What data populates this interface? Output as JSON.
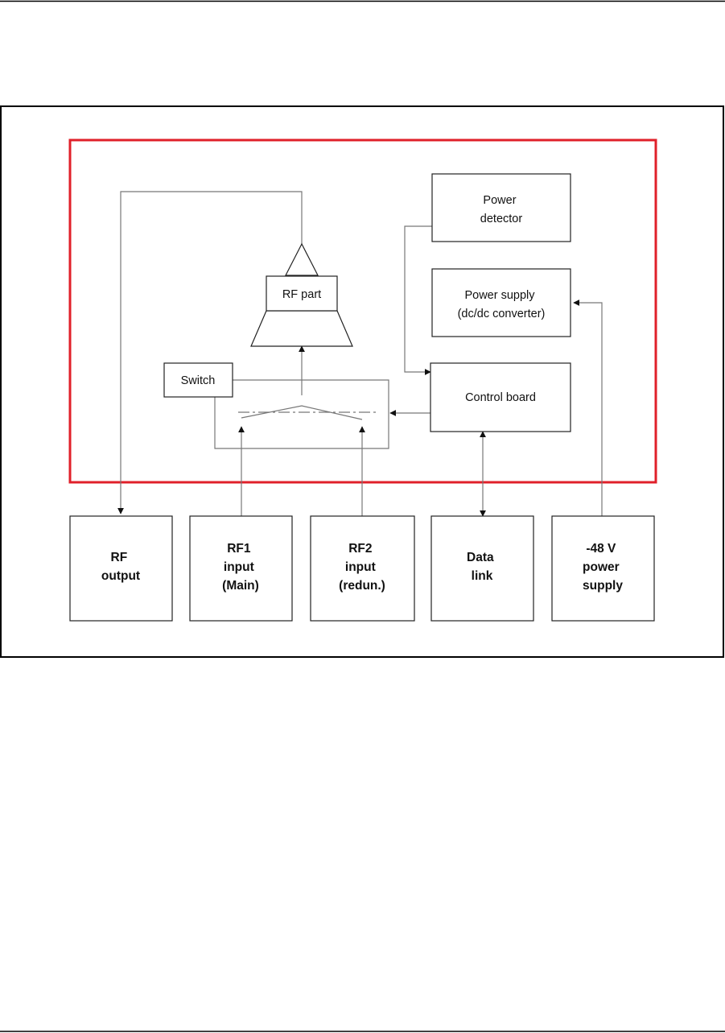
{
  "diagram": {
    "internal_blocks": {
      "power_detector": [
        "Power",
        "detector"
      ],
      "power_supply": [
        "Power supply",
        "(dc/dc converter)"
      ],
      "control_board": [
        "Control board"
      ],
      "rf_part": [
        "RF part"
      ],
      "switch": [
        "Switch"
      ]
    },
    "external_blocks": {
      "rf_output": [
        "RF",
        "output"
      ],
      "rf1_input": [
        "RF1",
        "input",
        "(Main)"
      ],
      "rf2_input": [
        "RF2",
        "input",
        "(redun.)"
      ],
      "data_link": [
        "Data",
        "link"
      ],
      "power_48v": [
        "-48 V",
        "power",
        "supply"
      ]
    },
    "colors": {
      "module_border": "#e0202a",
      "block_stroke": "#222222",
      "line": "#777777",
      "arrow": "#111111"
    }
  }
}
